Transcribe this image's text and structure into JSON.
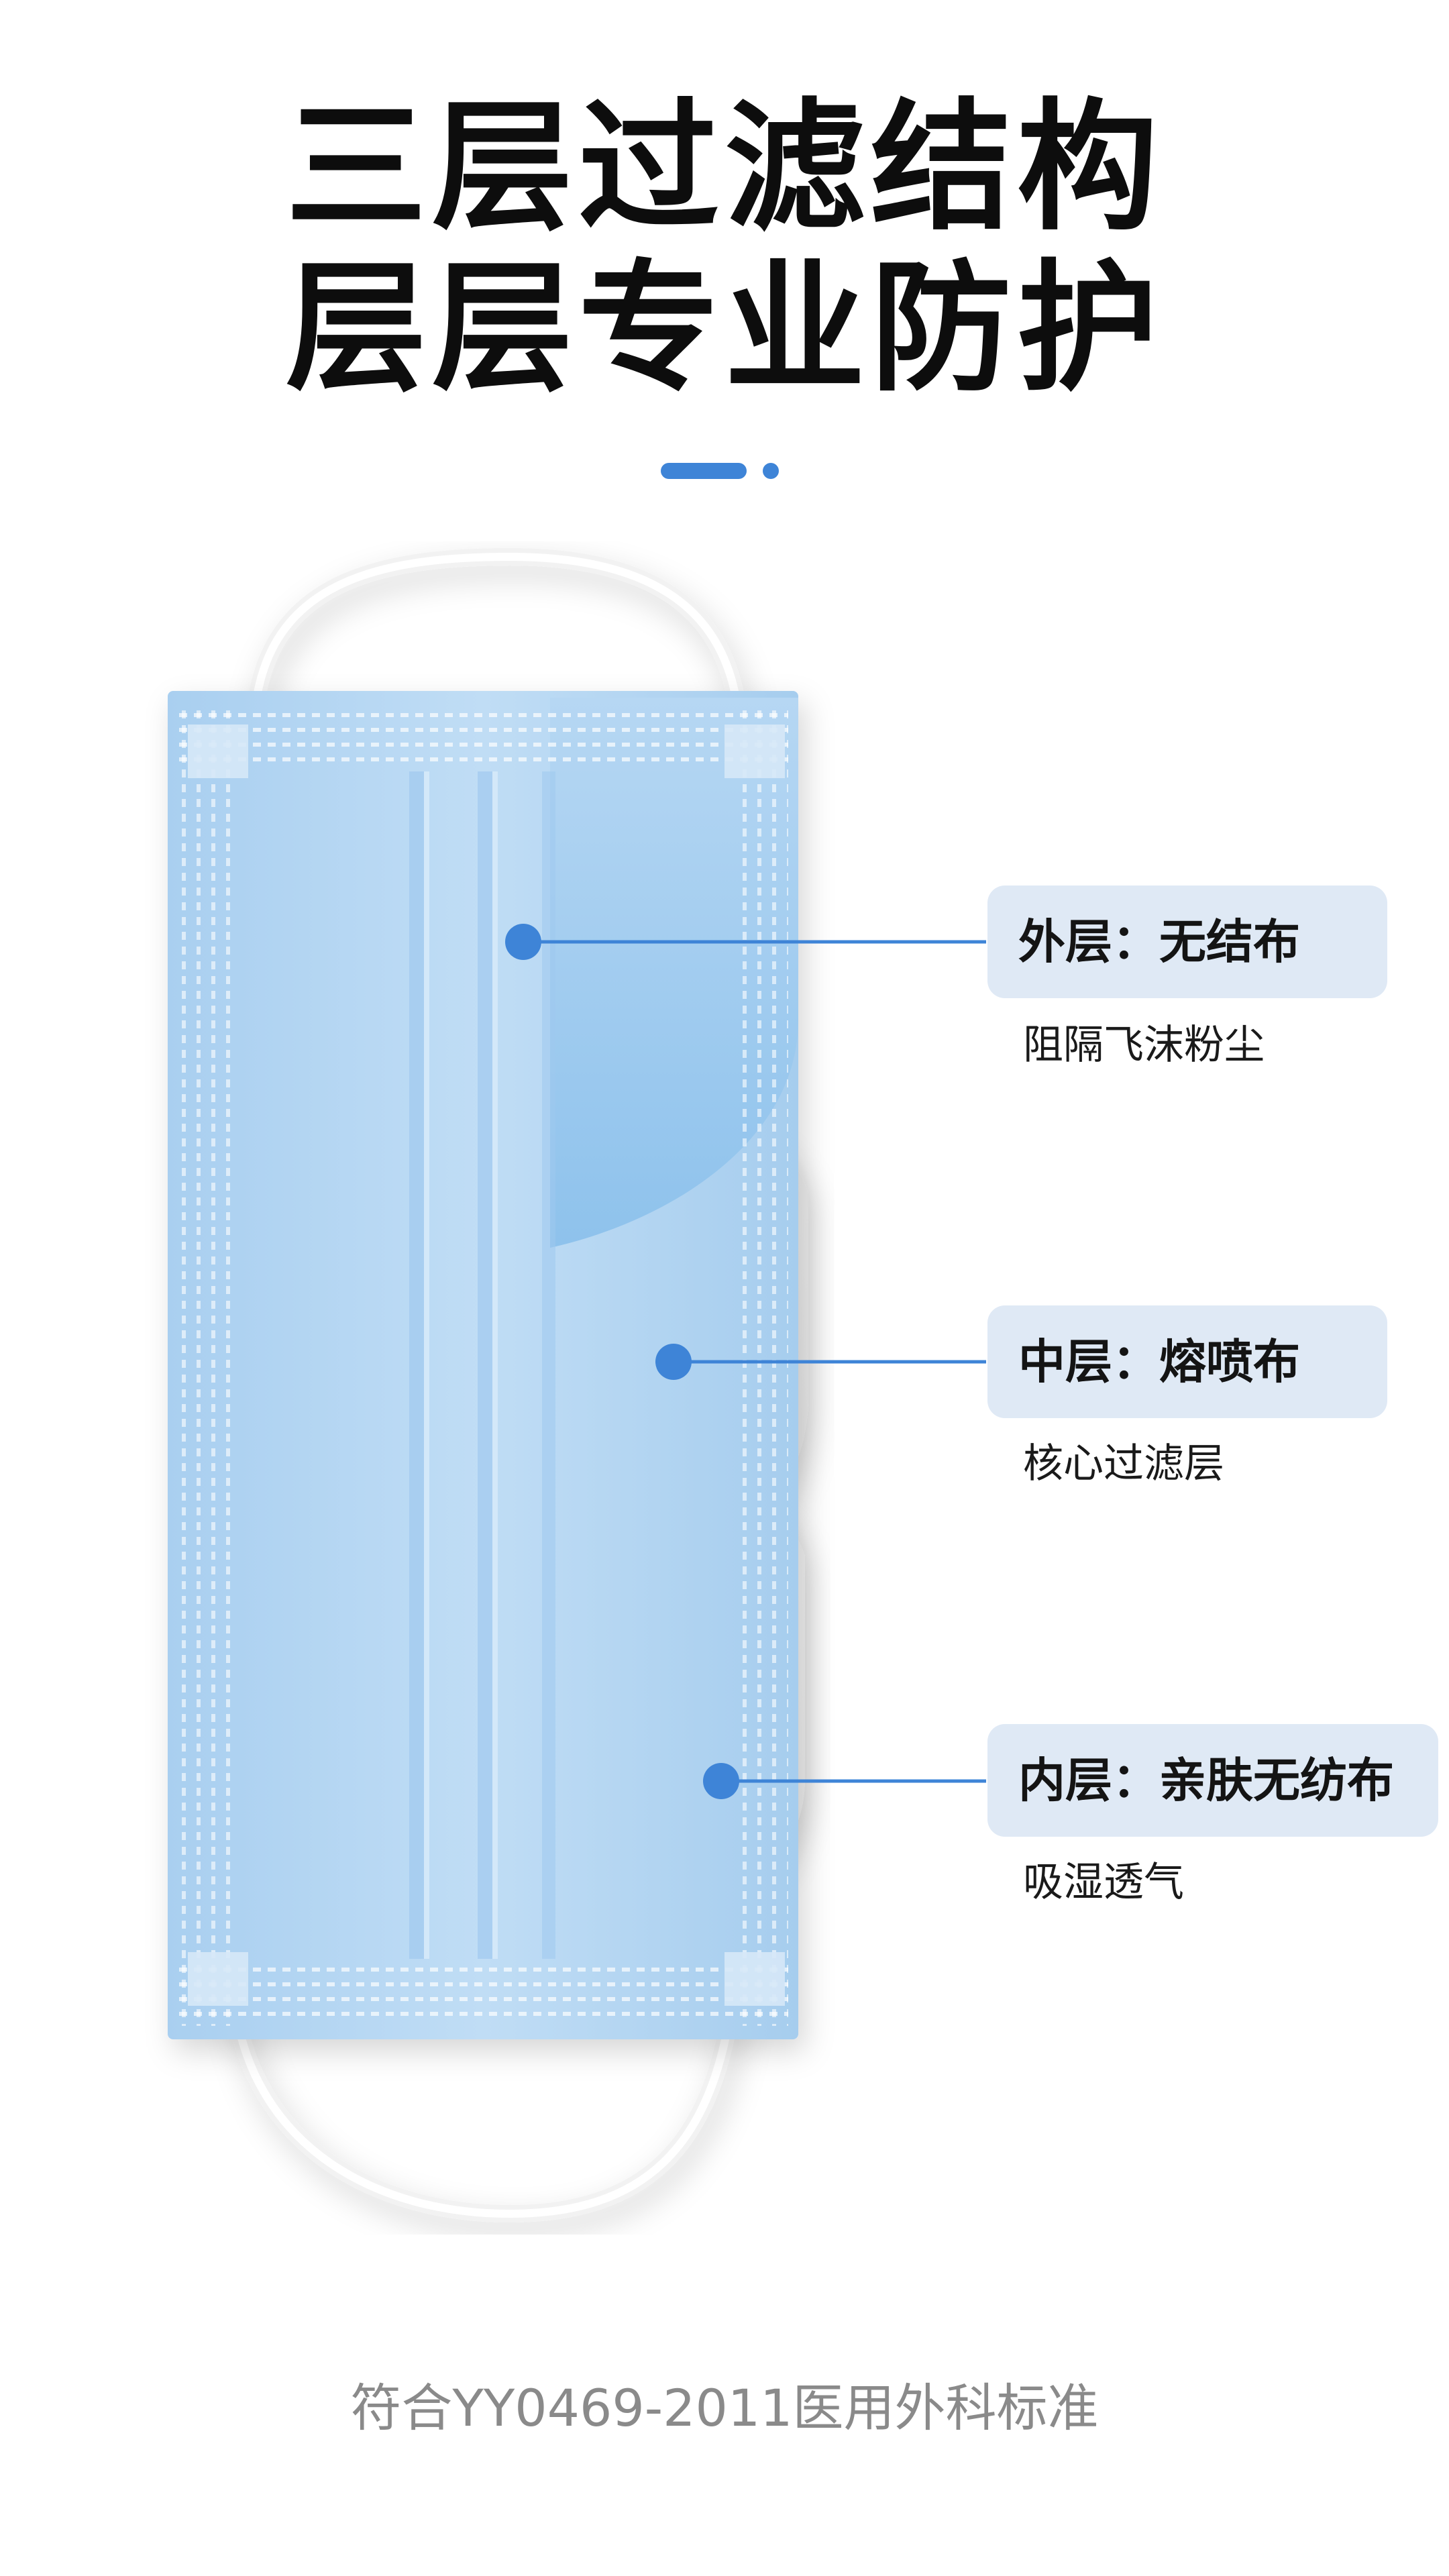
{
  "headline": {
    "line1": "三层过滤结构",
    "line2": "层层专业防护"
  },
  "layers": [
    {
      "label": "外层：无结布",
      "desc": "阻隔飞沫粉尘"
    },
    {
      "label": "中层：熔喷布",
      "desc": "核心过滤层"
    },
    {
      "label": "内层：亲肤无纺布",
      "desc": "吸湿透气"
    }
  ],
  "footer": {
    "standard": "符合YY0469-2011医用外科标准"
  },
  "colors": {
    "accent": "#3e84d7",
    "mask_blue": "#b9daf4",
    "tag_bg": "#dfe9f5"
  },
  "icons": [
    "mask-illustration"
  ]
}
